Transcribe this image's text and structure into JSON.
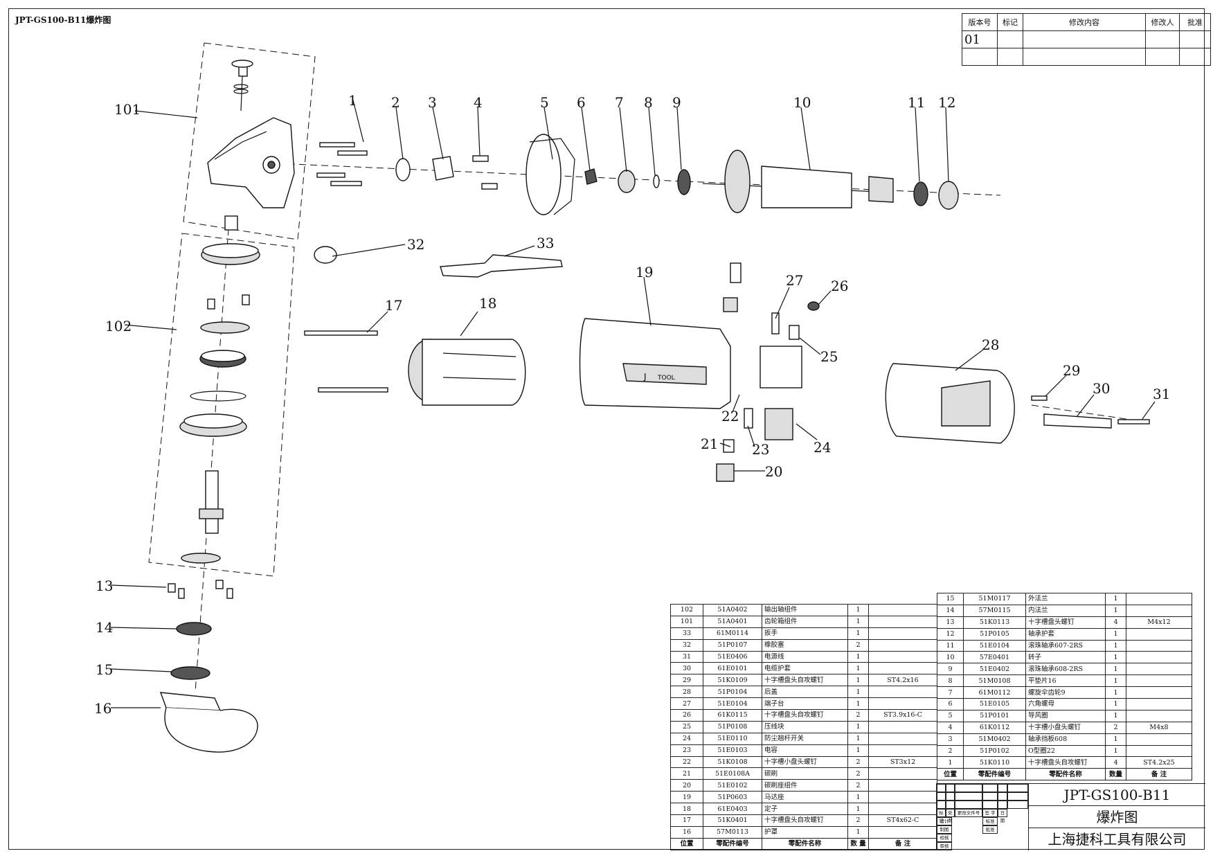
{
  "drawing": {
    "title": "JPT-GS100-B11爆炸图",
    "brand_lines": [
      "J",
      "TOOL"
    ]
  },
  "revision": {
    "headers": [
      "版本号",
      "标记",
      "修改内容",
      "修改人",
      "批准"
    ],
    "rows": [
      [
        "01",
        "",
        "",
        "",
        ""
      ],
      [
        "",
        "",
        "",
        "",
        ""
      ]
    ]
  },
  "callouts": [
    "101",
    "1",
    "2",
    "3",
    "4",
    "5",
    "6",
    "7",
    "8",
    "9",
    "10",
    "11",
    "12",
    "32",
    "33",
    "102",
    "17",
    "18",
    "19",
    "27",
    "26",
    "25",
    "28",
    "29",
    "30",
    "31",
    "22",
    "24",
    "21",
    "23",
    "20",
    "13",
    "14",
    "15",
    "16"
  ],
  "parts_left": {
    "rows": [
      [
        "102",
        "51A0402",
        "输出轴组件",
        "1",
        ""
      ],
      [
        "101",
        "51A0401",
        "齿轮箱组件",
        "1",
        ""
      ],
      [
        "33",
        "61M0114",
        "扳手",
        "1",
        ""
      ],
      [
        "32",
        "51P0107",
        "橡胶塞",
        "2",
        ""
      ],
      [
        "31",
        "51E0406",
        "电源线",
        "1",
        ""
      ],
      [
        "30",
        "61E0101",
        "电缆护套",
        "1",
        ""
      ],
      [
        "29",
        "51K0109",
        "十字槽盘头自攻螺钉",
        "1",
        "ST4.2x16"
      ],
      [
        "28",
        "51P0104",
        "后盖",
        "1",
        ""
      ],
      [
        "27",
        "51E0104",
        "端子台",
        "1",
        ""
      ],
      [
        "26",
        "61K0115",
        "十字槽盘头自攻螺钉",
        "2",
        "ST3.9x16-C"
      ],
      [
        "25",
        "51P0108",
        "压线块",
        "1",
        ""
      ],
      [
        "24",
        "51E0110",
        "防尘翘杆开关",
        "1",
        ""
      ],
      [
        "23",
        "51E0103",
        "电容",
        "1",
        ""
      ],
      [
        "22",
        "51K0108",
        "十字槽小盘头螺钉",
        "2",
        "ST3x12"
      ],
      [
        "21",
        "51E0108A",
        "碳刷",
        "2",
        ""
      ],
      [
        "20",
        "51E0102",
        "碳刷座组件",
        "2",
        ""
      ],
      [
        "19",
        "51P0603",
        "马达座",
        "1",
        ""
      ],
      [
        "18",
        "61E0403",
        "定子",
        "1",
        ""
      ],
      [
        "17",
        "51K0401",
        "十字槽盘头自攻螺钉",
        "2",
        "ST4x62-C"
      ],
      [
        "16",
        "57M0113",
        "护罩",
        "1",
        ""
      ]
    ],
    "footer": [
      "位置",
      "零配件编号",
      "零配件名称",
      "数 量",
      "备 注"
    ]
  },
  "parts_right": {
    "rows": [
      [
        "15",
        "51M0117",
        "外法兰",
        "1",
        ""
      ],
      [
        "14",
        "57M0115",
        "内法兰",
        "1",
        ""
      ],
      [
        "13",
        "51K0113",
        "十字槽盘头螺钉",
        "4",
        "M4x12"
      ],
      [
        "12",
        "51P0105",
        "轴承护套",
        "1",
        ""
      ],
      [
        "11",
        "51E0104",
        "滚珠轴承607-2RS",
        "1",
        ""
      ],
      [
        "10",
        "57E0401",
        "转子",
        "1",
        ""
      ],
      [
        "9",
        "51E0402",
        "滚珠轴承608-2RS",
        "1",
        ""
      ],
      [
        "8",
        "51M0108",
        "平垫片16",
        "1",
        ""
      ],
      [
        "7",
        "61M0112",
        "螺旋伞齿轮9",
        "1",
        ""
      ],
      [
        "6",
        "51E0105",
        "六角螺母",
        "1",
        ""
      ],
      [
        "5",
        "51P0101",
        "导风圈",
        "1",
        ""
      ],
      [
        "4",
        "61K0112",
        "十字槽小盘头螺钉",
        "2",
        "M4x8"
      ],
      [
        "3",
        "51M0402",
        "轴承挡板608",
        "1",
        ""
      ],
      [
        "2",
        "51P0102",
        "O型圈22",
        "1",
        ""
      ],
      [
        "1",
        "51K0110",
        "十字槽盘头自攻螺钉",
        "4",
        "ST4.2x25"
      ]
    ],
    "footer": [
      "位置",
      "零配件编号",
      "零配件名称",
      "数量",
      "备 注"
    ]
  },
  "title_block": {
    "model": "JPT-GS100-B11",
    "name": "爆炸图",
    "company": "上海捷科工具有限公司",
    "grid_labels": [
      "标记",
      "处数",
      "更改文件号",
      "签 字",
      "日期",
      "设计",
      "标准",
      "制图",
      "批准",
      "校核",
      "审核"
    ]
  }
}
